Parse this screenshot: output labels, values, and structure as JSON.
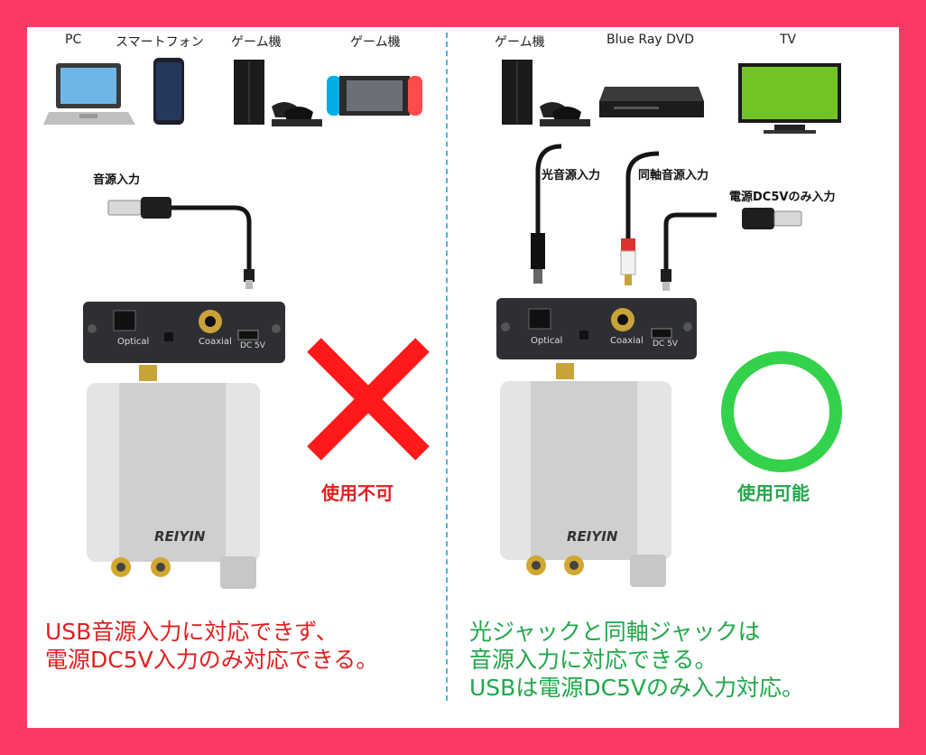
{
  "left": {
    "devices": [
      {
        "label": "PC"
      },
      {
        "label": "スマートフォン"
      },
      {
        "label": "ゲーム機"
      },
      {
        "label": "ゲーム機"
      }
    ],
    "cable_label": "音源入力",
    "status": "使用不可",
    "caption_line1": "USB音源入力に対応できず、",
    "caption_line2": "電源DC5V入力のみ対応できる。"
  },
  "right": {
    "devices": [
      {
        "label": "ゲーム機"
      },
      {
        "label": "Blue Ray DVD"
      },
      {
        "label": "TV"
      }
    ],
    "cable_optical": "光音源入力",
    "cable_coaxial": "同軸音源入力",
    "cable_power": "電源DC5Vのみ入力",
    "status": "使用可能",
    "caption_line1": "光ジャックと同軸ジャックは",
    "caption_line2": "音源入力に対応できる。",
    "caption_line3": "USBは電源DC5Vのみ入力対応。"
  },
  "converter": {
    "optical_label": "Optical",
    "coaxial_label": "Coaxial",
    "dc_label": "DC 5V",
    "brand": "REIYIN"
  },
  "colors": {
    "frame": "#fb3966",
    "red": "#e22020",
    "green": "#21a84a",
    "divider": "#4fb3d6"
  }
}
